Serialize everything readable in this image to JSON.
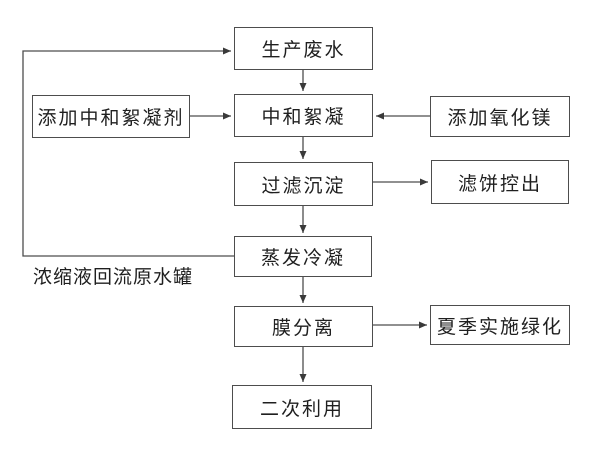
{
  "diagram": {
    "title": "",
    "nodes": {
      "production_wastewater": {
        "label": "生产废水"
      },
      "add_neutralizing_flocculant": {
        "label": "添加中和絮凝剂"
      },
      "neutralization_flocculation": {
        "label": "中和絮凝"
      },
      "add_magnesium_oxide": {
        "label": "添加氧化镁"
      },
      "filtration_sedimentation": {
        "label": "过滤沉淀"
      },
      "filter_cake_discharge": {
        "label": "滤饼控出"
      },
      "evaporation_condensation": {
        "label": "蒸发冷凝"
      },
      "membrane_separation": {
        "label": "膜分离"
      },
      "summer_greening": {
        "label": "夏季实施绿化"
      },
      "secondary_use": {
        "label": "二次利用"
      }
    },
    "annotations": {
      "recycle_label": "浓缩液回流原水罐"
    },
    "edges": [
      {
        "from": "production_wastewater",
        "to": "neutralization_flocculation"
      },
      {
        "from": "add_neutralizing_flocculant",
        "to": "neutralization_flocculation"
      },
      {
        "from": "add_magnesium_oxide",
        "to": "neutralization_flocculation"
      },
      {
        "from": "neutralization_flocculation",
        "to": "filtration_sedimentation"
      },
      {
        "from": "filtration_sedimentation",
        "to": "filter_cake_discharge"
      },
      {
        "from": "filtration_sedimentation",
        "to": "evaporation_condensation"
      },
      {
        "from": "evaporation_condensation",
        "to": "membrane_separation"
      },
      {
        "from": "membrane_separation",
        "to": "summer_greening"
      },
      {
        "from": "membrane_separation",
        "to": "secondary_use"
      },
      {
        "from": "evaporation_condensation",
        "to": "production_wastewater",
        "note": "浓缩液回流原水罐"
      }
    ],
    "colors": {
      "background": "#ffffff",
      "line": "#4d4d4d",
      "border": "#4d4d4d",
      "text": "#1f1f1f"
    }
  }
}
